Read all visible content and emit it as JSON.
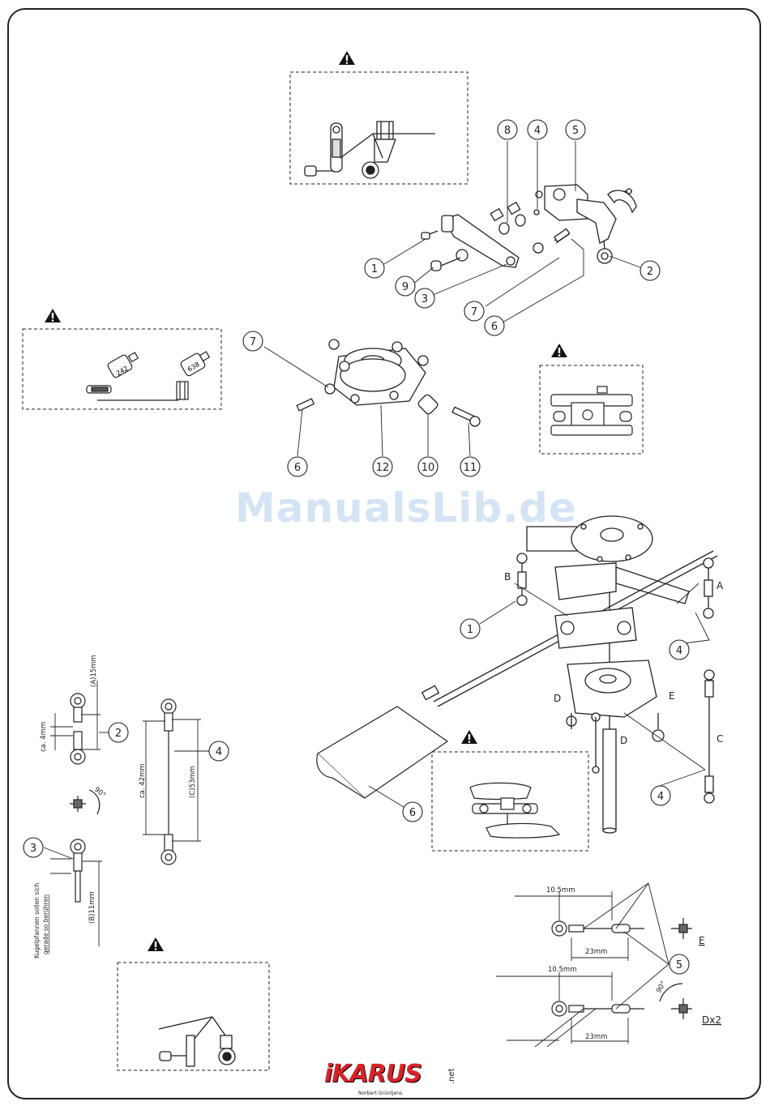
{
  "watermark": "ManualsLib.de",
  "callouts": [
    {
      "id": "c1",
      "text": "1"
    },
    {
      "id": "c2",
      "text": "2"
    },
    {
      "id": "c3",
      "text": "3"
    },
    {
      "id": "c4",
      "text": "4"
    },
    {
      "id": "c5",
      "text": "5"
    },
    {
      "id": "c6",
      "text": "6"
    },
    {
      "id": "c7",
      "text": "7"
    },
    {
      "id": "c8",
      "text": "8"
    },
    {
      "id": "c9",
      "text": "9"
    },
    {
      "id": "c10",
      "text": "10"
    },
    {
      "id": "c11",
      "text": "11"
    },
    {
      "id": "c12",
      "text": "12"
    }
  ],
  "letters": {
    "a": "A",
    "b": "B",
    "c": "C",
    "d": "D",
    "e": "E",
    "dx2": "Dx2"
  },
  "glue": {
    "g1": "242",
    "g2": "638"
  },
  "rod_dims": {
    "a15": "(A)15mm",
    "ca4": "ca. 4mm",
    "deg90": "90°",
    "ca42": "ca. 42mm",
    "c53": "(C)53mm",
    "b11": "(B)11mm",
    "note_line1": "Kugelpfannen sollen sich",
    "note_line2": "gerade so berühren"
  },
  "link_dims": {
    "d105a": "10.5mm",
    "d23a": "23mm",
    "d105b": "10.5mm",
    "d23b": "23mm",
    "deg90b": "90°"
  },
  "logo": {
    "word": "iKARUS",
    "net": ".net",
    "sub": "Norbert Grüntjens"
  },
  "colors": {
    "line": "#222222",
    "logo_red": "#d8232a",
    "watermark": "#78aadc"
  }
}
